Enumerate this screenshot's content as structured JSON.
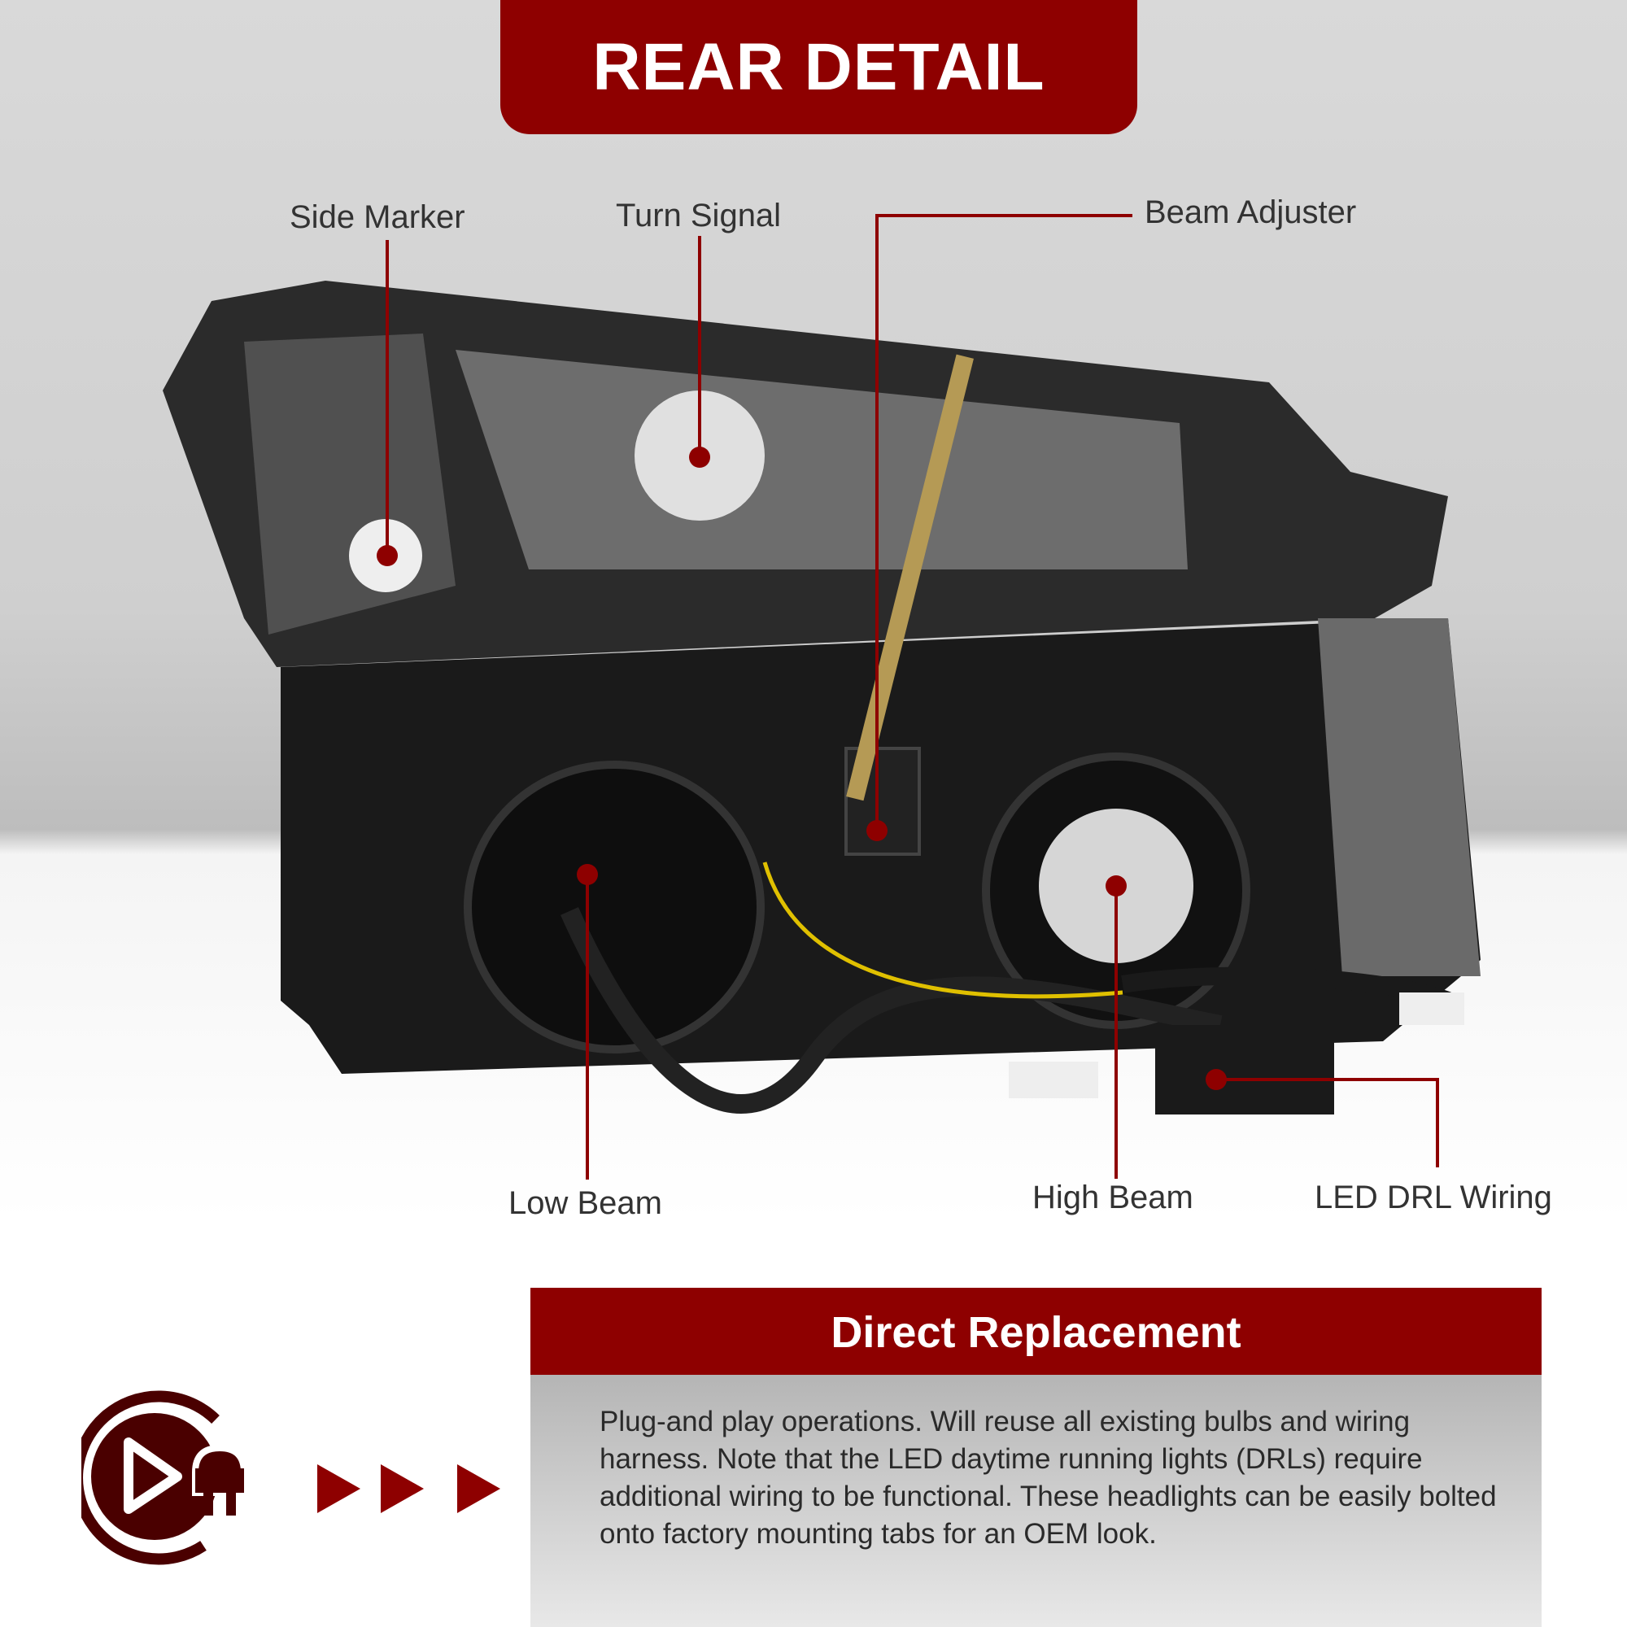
{
  "header": {
    "title": "REAR DETAIL"
  },
  "callouts": {
    "side_marker": "Side Marker",
    "turn_signal": "Turn Signal",
    "beam_adjuster": "Beam Adjuster",
    "low_beam": "Low Beam",
    "high_beam": "High Beam",
    "led_drl_wiring": "LED DRL Wiring"
  },
  "feature": {
    "title": "Direct Replacement",
    "description": "Plug-and play operations. Will reuse all existing bulbs and wiring harness. Note that the LED daytime running lights (DRLs) require additional wiring to be functional. These headlights can be easily bolted onto factory mounting tabs for an OEM look."
  },
  "icons": {
    "feature_icon": "plug-and-play-icon",
    "arrows": "triple-arrow-icon"
  },
  "colors": {
    "accent": "#8e0000",
    "icon_dark": "#4a0000"
  }
}
